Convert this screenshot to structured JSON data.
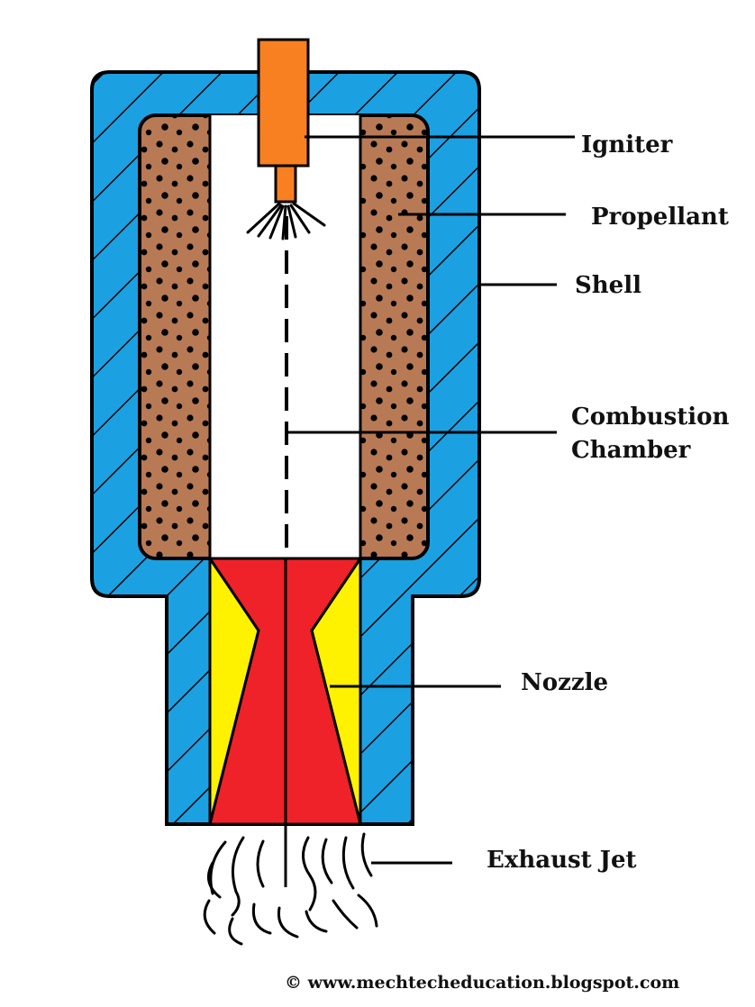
{
  "labels": {
    "igniter": "Igniter",
    "propellant": "Propellant",
    "shell": "Shell",
    "combustion_line1": "Combustion",
    "combustion_line2": "Chamber",
    "nozzle": "Nozzle",
    "exhaust": "Exhaust Jet"
  },
  "footer": "© www.mechtecheducation.blogspot.com",
  "colors": {
    "shell": "#1BA1E2",
    "propellant": "#B87A55",
    "igniter": "#F98020",
    "nozzle_red": "#EE2228",
    "nozzle_yellow": "#FFF200",
    "outline": "#000000"
  }
}
